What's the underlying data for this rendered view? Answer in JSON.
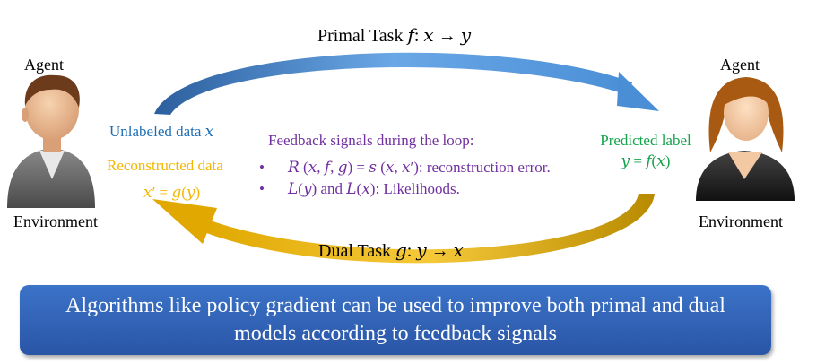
{
  "diagram": {
    "primal_task": "Primal Task 𝑓: 𝑥 → 𝑦",
    "dual_task": "Dual Task 𝑔: 𝑦 → 𝑥",
    "left_agent": {
      "top_label": "Agent",
      "bottom_label": "Environment"
    },
    "right_agent": {
      "top_label": "Agent",
      "bottom_label": "Environment"
    },
    "unlabeled_data": "Unlabeled data 𝑥",
    "reconstructed_data": "Reconstructed data",
    "reconstructed_formula": "𝑥′ = 𝑔(𝑦)",
    "predicted_label": "Predicted label",
    "predicted_formula": "𝑦 = 𝑓(𝑥)",
    "feedback_title": "Feedback signals during the loop:",
    "feedback_items": [
      "𝑅 (𝑥, 𝑓, 𝑔) = 𝑠 (𝑥, 𝑥′): reconstruction error.",
      "𝐿(𝑦) and 𝐿(𝑥): Likelihoods."
    ],
    "bottom_note": "Algorithms like policy gradient can be used to improve both primal  and dual models according to feedback signals"
  },
  "colors": {
    "primal_arrow": "#4a8fd6",
    "dual_arrow": "#e0a800",
    "unlabeled": "#1f6fb5",
    "reconstructed": "#f2b705",
    "predicted": "#14a34a",
    "feedback": "#7030a0",
    "bottom_box": "#2f5fb3"
  },
  "icons": [
    "male-agent-icon",
    "female-agent-icon"
  ]
}
